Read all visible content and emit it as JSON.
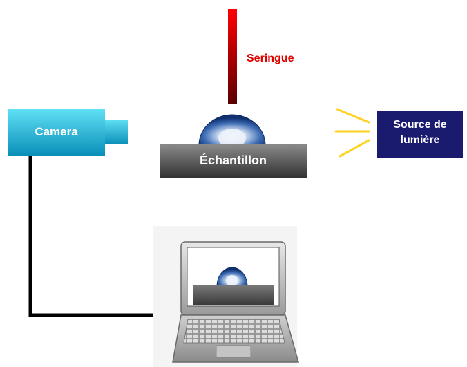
{
  "labels": {
    "syringe": "Seringue",
    "camera": "Camera",
    "sample": "Échantillon",
    "light_source_line1": "Source de",
    "light_source_line2": "lumière"
  },
  "colors": {
    "syringe_top": "#ff0000",
    "syringe_bottom": "#5a0000",
    "syringe_label": "#e00000",
    "camera_light": "#5fe0f5",
    "camera_dark": "#0a8fb8",
    "sample_light": "#8a8a8a",
    "sample_dark": "#303030",
    "light_source_bg": "#1a1a6e",
    "light_rays": "#ffd21e",
    "cable": "#000000",
    "drop_blue": "#1f4e9a",
    "label_white": "#ffffff"
  },
  "icons": {
    "syringe": "syringe-needle-icon",
    "camera": "camera-icon",
    "drop": "droplet-icon",
    "light": "light-rays-icon",
    "laptop": "laptop-icon"
  }
}
